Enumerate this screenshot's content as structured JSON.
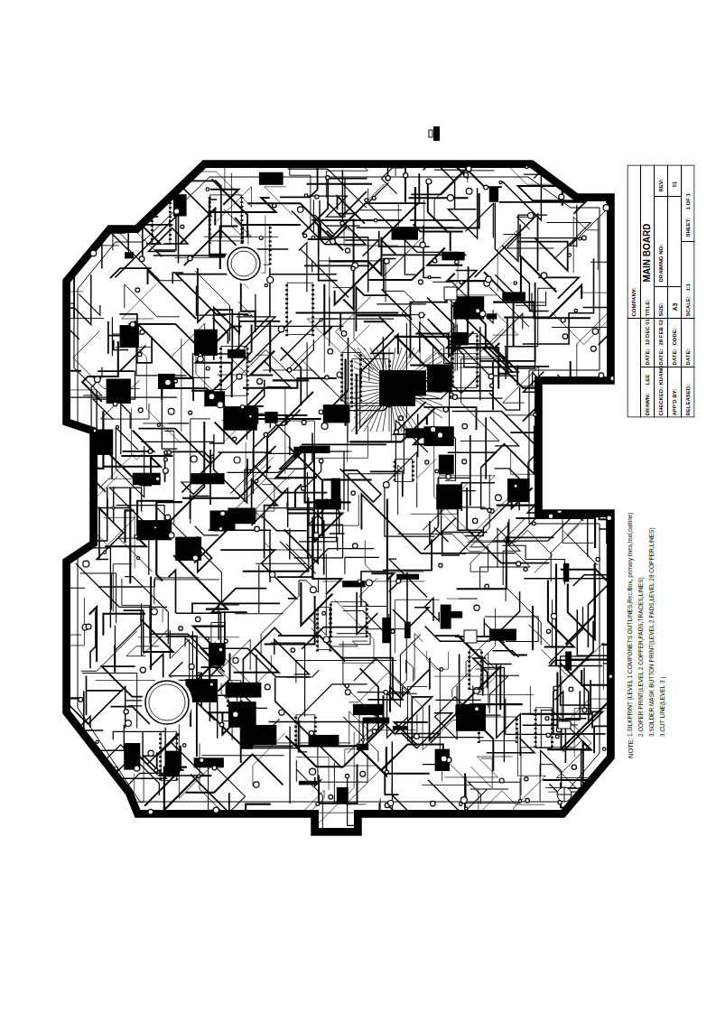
{
  "diagram": {
    "labels": [
      "NOTE:",
      "1.SILKPRINT (LEVEL 1 COMPONETS OUTLINES,Rec.Box, primary lines,text,outline)",
      "2.COPER PRINT(LEVEL 2 COPPER,PADS,TRACES,LINES)",
      "3.SOLDER MASK BUTTON PRINT(LEVEL 2 PADS,LEVEL 28 COPPER,LINES)",
      "3.CUT LINE(LEVEL 3 )",
      "COMPANY:",
      "DRAWN:",
      "LEE",
      "DATE:",
      "13 DEC 01",
      "TITLE:",
      "MAIN BOARD",
      "CHECKED:",
      "KUANG",
      "DATE:",
      "28 FEB 02",
      "SIZE:",
      "DRAWING NO:",
      "REV:",
      "APP'D BY:",
      "DATE:",
      "A3",
      "CODE:",
      "01",
      "RELEASED:",
      "DATE:",
      "SCALE:",
      "1:1",
      "SHEET:",
      "1 OF 1"
    ]
  }
}
